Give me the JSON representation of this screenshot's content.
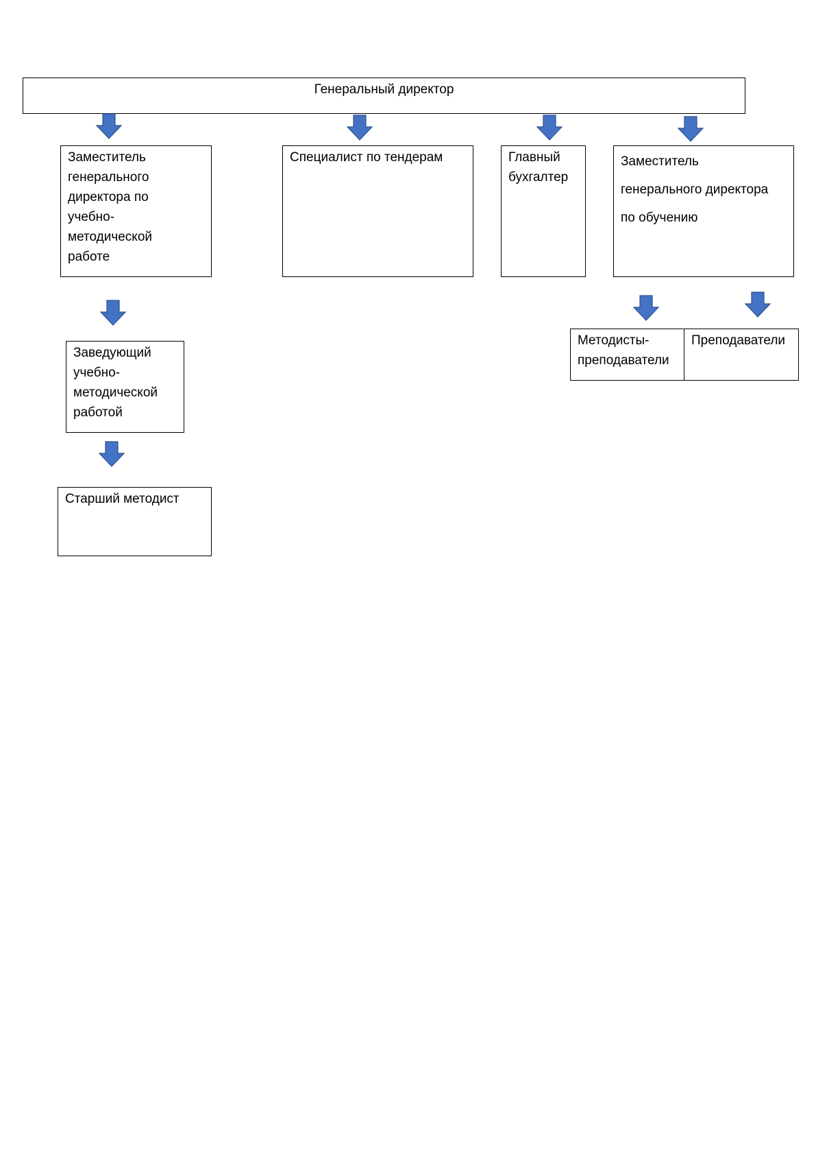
{
  "diagram": {
    "general_director": "Генеральный директор",
    "deputy_methodical": "Заместитель\nгенерального\nдиректора по\nучебно-\nметодической\nработе",
    "tender_specialist": "Специалист по тендерам",
    "chief_accountant": "Главный\nбухгалтер",
    "deputy_training": "Заместитель\nгенерального директора\nпо обучению",
    "head_methodical": "Заведующий\nучебно-\nметодической\nработой",
    "senior_methodist": "Старший методист",
    "methodists_teachers": "Методисты-\nпреподаватели",
    "teachers": "Преподаватели"
  },
  "colors": {
    "arrow_fill": "#4472C4",
    "arrow_stroke": "#2F528F",
    "box_border": "#000000"
  }
}
